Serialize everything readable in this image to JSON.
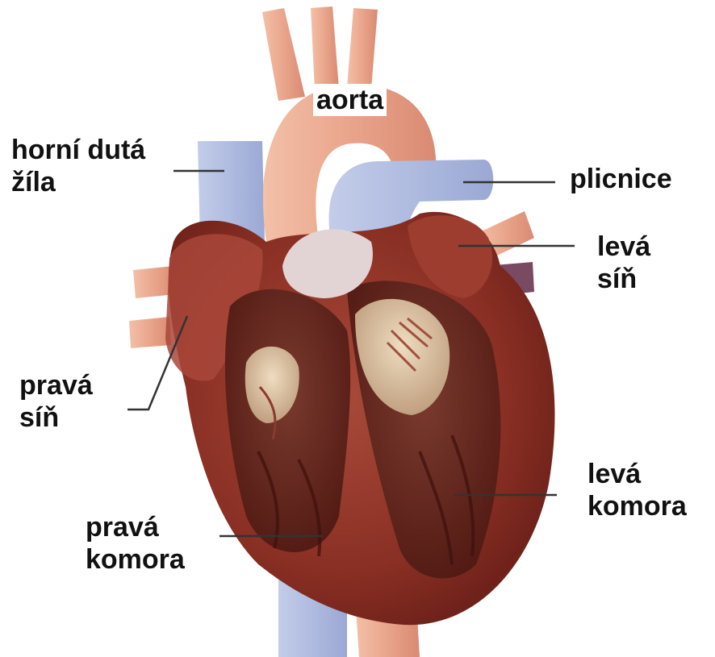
{
  "diagram": {
    "colors": {
      "artery": "#e8a48a",
      "vein": "#a9b7dc",
      "muscle": "#8a2f24",
      "valve": "#d8c0a0",
      "leader_line": "#333333"
    },
    "labels": {
      "aorta": {
        "line1": "aorta"
      },
      "superior_vena_cava": {
        "line1": "horní dutá",
        "line2": "žíla"
      },
      "pulmonary_artery": {
        "line1": "plicnice"
      },
      "left_atrium": {
        "line1": "levá",
        "line2": "síň"
      },
      "right_atrium": {
        "line1": "pravá",
        "line2": "síň"
      },
      "left_ventricle": {
        "line1": "levá",
        "line2": "komora"
      },
      "right_ventricle": {
        "line1": "pravá",
        "line2": "komora"
      }
    }
  }
}
